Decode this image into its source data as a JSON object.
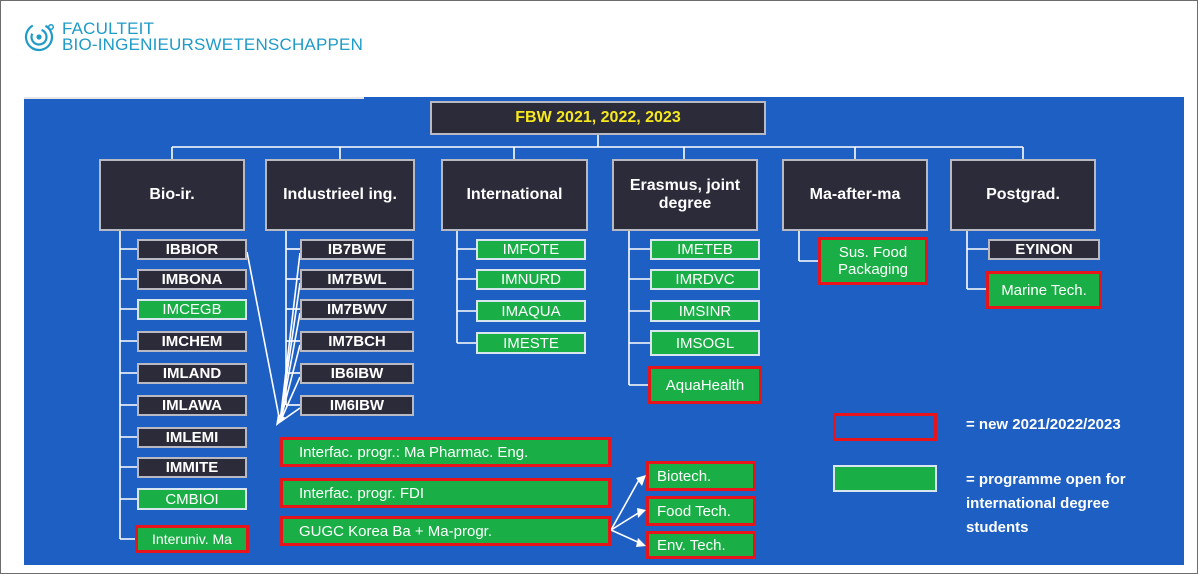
{
  "header": {
    "logo_line1": "FACULTEIT",
    "logo_line2": "BIO-INGENIEURSWETENSCHAPPEN"
  },
  "root": {
    "label": "FBW 2021, 2022, 2023"
  },
  "columns": [
    {
      "label": "Bio-ir."
    },
    {
      "label": "Industrieel ing."
    },
    {
      "label": "International"
    },
    {
      "label": "Erasmus, joint degree"
    },
    {
      "label": "Ma-after-ma"
    },
    {
      "label": "Postgrad."
    }
  ],
  "bioir": [
    "IBBIOR",
    "IMBONA",
    "IMCEGB",
    "IMCHEM",
    "IMLAND",
    "IMLAWA",
    "IMLEMI",
    "IMMITE",
    "CMBIOI",
    "Interuniv. Ma"
  ],
  "industrieel": [
    "IB7BWE",
    "IM7BWL",
    "IM7BWV",
    "IM7BCH",
    "IB6IBW",
    "IM6IBW"
  ],
  "international": [
    "IMFOTE",
    "IMNURD",
    "IMAQUA",
    "IMESTE"
  ],
  "erasmus": [
    "IMETEB",
    "IMRDVC",
    "IMSINR",
    "IMSOGL",
    "AquaHealth"
  ],
  "maaftermma": [
    "Sus. Food Packaging"
  ],
  "postgrad": [
    "EYINON",
    "Marine Tech."
  ],
  "interfac": [
    "Interfac. progr.: Ma Pharmac. Eng.",
    "Interfac. progr. FDI",
    "GUGC Korea Ba + Ma-progr."
  ],
  "gugc_sub": [
    "Biotech.",
    "Food Tech.",
    "Env. Tech."
  ],
  "legend": {
    "new_label": "= new 2021/2022/2023",
    "open_line1": "= programme open for",
    "open_line2": "international degree",
    "open_line3": "students"
  },
  "colors": {
    "slide_bg": "#1e5fc4",
    "dark_box": "#2b2b3a",
    "green_box": "#1aaf46",
    "new_border": "#e8141c",
    "title_text": "#f7e81d",
    "logo": "#1e9bc7"
  }
}
